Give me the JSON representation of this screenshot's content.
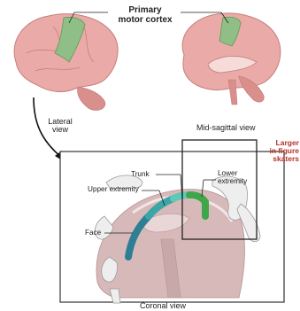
{
  "title": {
    "line1": "Primary",
    "line2": "motor cortex"
  },
  "views": {
    "lateral": {
      "line1": "Lateral",
      "line2": "view"
    },
    "mid_sagittal": "Mid-sagittal view",
    "coronal": "Coronal view"
  },
  "body_labels": {
    "trunk": "Trunk",
    "upper_extremity": "Upper extremity",
    "face": "Face",
    "lower_extremity": {
      "line1": "Lower",
      "line2": "extremity"
    }
  },
  "annotation": {
    "line1": "Larger",
    "line2": "in figure",
    "line3": "skaters",
    "color": "#b5322a"
  },
  "colors": {
    "brain_pink": "#e9aaa8",
    "brain_dark": "#c57f7d",
    "motor_green": "#8fbf86",
    "lower_green": "#3fa64a",
    "trunk_teal": "#5fc8b8",
    "upper_teal": "#3aa6a6",
    "face_blue": "#2e7f95"
  }
}
